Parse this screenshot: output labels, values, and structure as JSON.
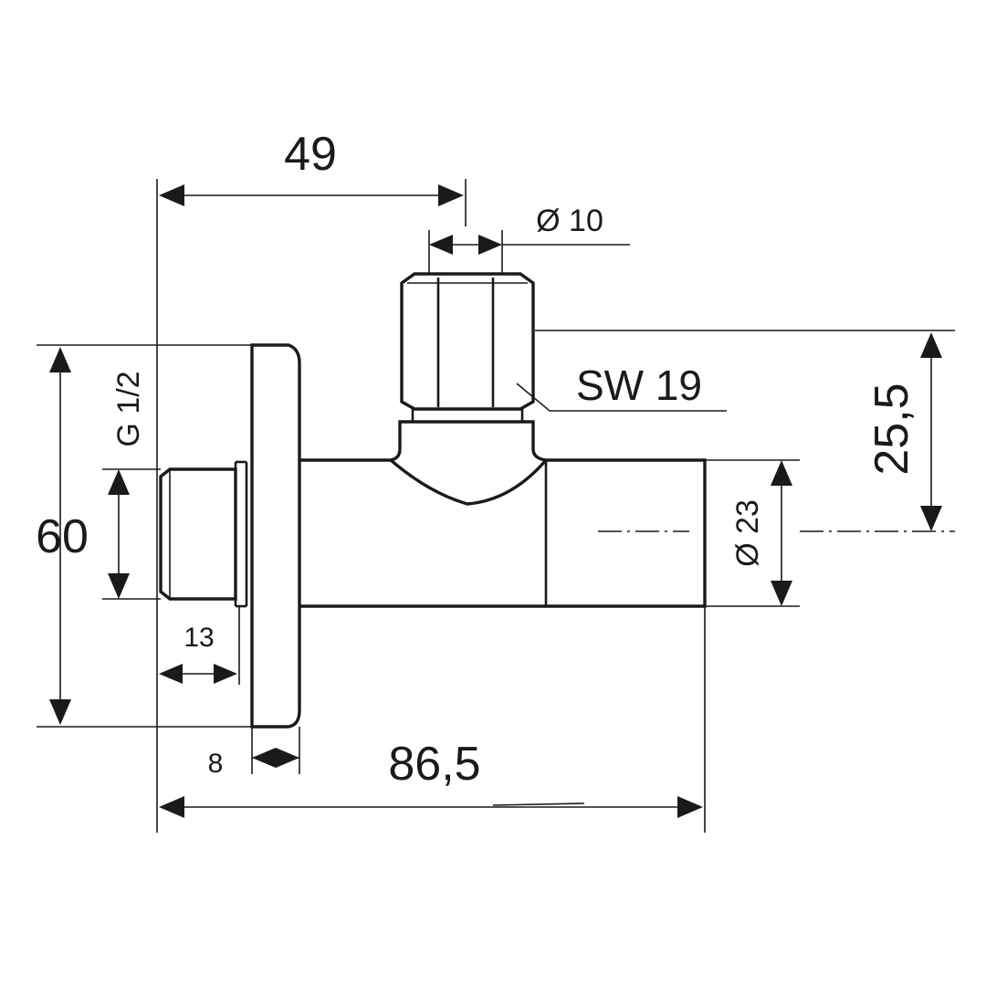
{
  "dimensions": {
    "top_length": "49",
    "stem_diameter": "Ø 10",
    "wrench_size": "SW 19",
    "height_offset": "25,5",
    "outlet_diameter": "Ø 23",
    "rosette_height": "60",
    "thread_spec": "G 1/2",
    "thread_length": "13",
    "rosette_thickness": "8",
    "total_length": "86,5"
  },
  "colors": {
    "line": "#1a1a1a",
    "background": "#ffffff"
  }
}
